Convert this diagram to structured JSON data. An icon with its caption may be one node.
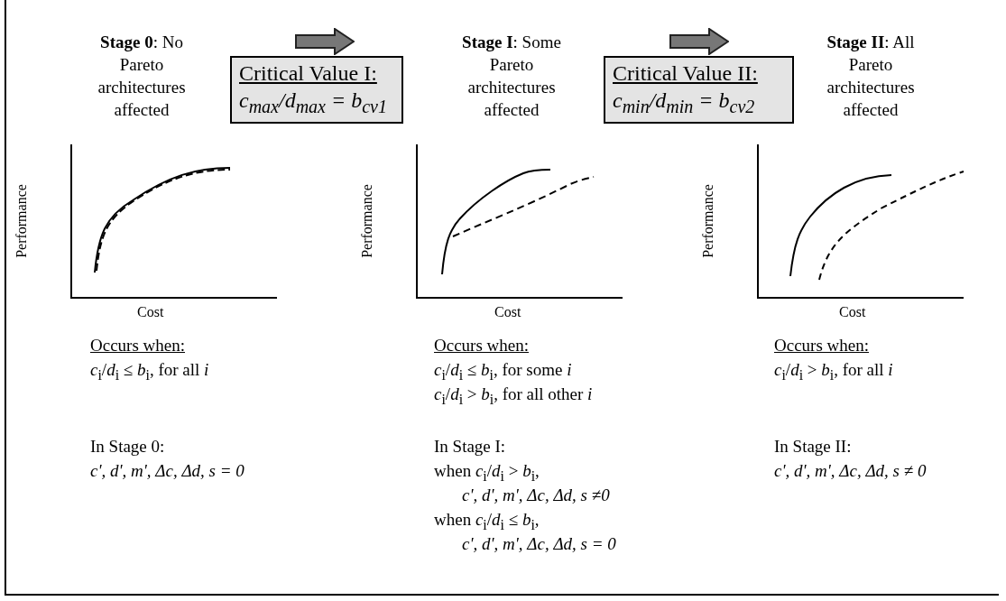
{
  "diagram": {
    "nodes": [
      {
        "text": [
          "Critical Value I:",
          "*c*$_{max}$/*d*$_{max}$ = *b*$_{cv1}$"
        ]
      },
      {
        "text": [
          "Critical Value II:",
          "*c*$_{min}$/*d*$_{min}$ = *b*$_{cv2}$"
        ]
      }
    ],
    "edges": [],
    "labels": [
      "**Stage 0**: No Pareto architectures affected",
      "**Stage I**: Some Pareto architectures affected",
      "**Stage II**: All Pareto architectures affected",
      "Performance",
      "Cost",
      "Performance",
      "Cost",
      "Performance",
      "Cost",
      "Occurs when:",
      "Occurs when:",
      "Occurs when:",
      "*c*$_{i}$/*d*$_{i}$ ≤ *b*$_{i}$, for all *i*",
      "*c*$_{i}$/*d*$_{i}$ ≤ *b*$_{i}$, for some *i*",
      "*c*$_{i}$/*d*$_{i}$ > *b*$_{i}$, for all other *i*",
      "*c*$_{i}$/*d*$_{i}$ > *b*$_{i}$, for all *i*",
      "In Stage 0:",
      "In Stage I:",
      "In Stage II:",
      "c', d', m', Δc, Δd, s = 0",
      "when *c*$_{i}$/*d*$_{i}$ > *b*$_{i}$,",
      "c', d', m', Δc, Δd, s ≠0",
      "when *c*$_{i}$/*d*$_{i}$ ≤ *b*$_{i}$,",
      "c', d', m', Δc, Δd, s = 0",
      "c', d', m', Δc, Δd, s ≠ 0"
    ]
  }
}
